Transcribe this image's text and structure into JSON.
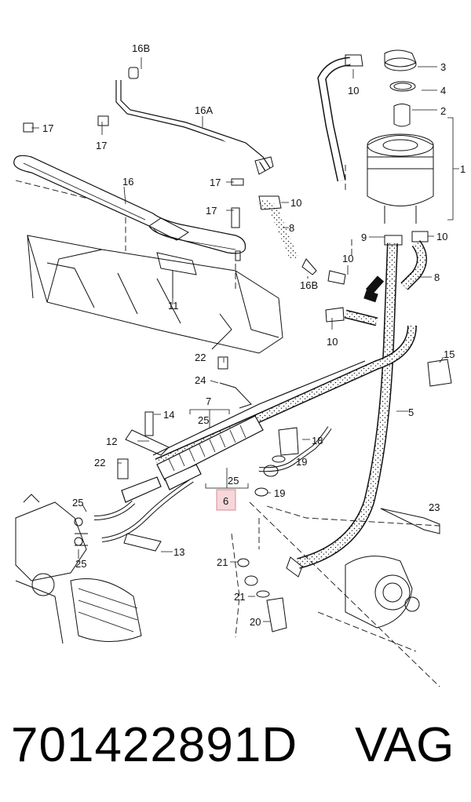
{
  "callouts": [
    {
      "id": "c16b-top",
      "text": "16B"
    },
    {
      "id": "c10-top",
      "text": "10"
    },
    {
      "id": "c3",
      "text": "3"
    },
    {
      "id": "c4",
      "text": "4"
    },
    {
      "id": "c2",
      "text": "2"
    },
    {
      "id": "c1",
      "text": "1"
    },
    {
      "id": "c17-a",
      "text": "17"
    },
    {
      "id": "c17-b",
      "text": "17"
    },
    {
      "id": "c16a",
      "text": "16A"
    },
    {
      "id": "c16",
      "text": "16"
    },
    {
      "id": "c17-c",
      "text": "17"
    },
    {
      "id": "c17-d",
      "text": "17"
    },
    {
      "id": "c10-mid",
      "text": "10"
    },
    {
      "id": "c8-left",
      "text": "8"
    },
    {
      "id": "c9",
      "text": "9"
    },
    {
      "id": "c10-right",
      "text": "10"
    },
    {
      "id": "c10-hose",
      "text": "10"
    },
    {
      "id": "c8-right",
      "text": "8"
    },
    {
      "id": "c16b-mid",
      "text": "16B"
    },
    {
      "id": "c11",
      "text": "11"
    },
    {
      "id": "c10-low",
      "text": "10"
    },
    {
      "id": "c22-top",
      "text": "22"
    },
    {
      "id": "c24",
      "text": "24"
    },
    {
      "id": "c15",
      "text": "15"
    },
    {
      "id": "c7",
      "text": "7"
    },
    {
      "id": "c25-top",
      "text": "25"
    },
    {
      "id": "c14",
      "text": "14"
    },
    {
      "id": "c5",
      "text": "5"
    },
    {
      "id": "c12",
      "text": "12"
    },
    {
      "id": "c18",
      "text": "18"
    },
    {
      "id": "c22-low",
      "text": "22"
    },
    {
      "id": "c19-a",
      "text": "19"
    },
    {
      "id": "c25-mid",
      "text": "25"
    },
    {
      "id": "c6",
      "text": "6"
    },
    {
      "id": "c19-b",
      "text": "19"
    },
    {
      "id": "c25-left",
      "text": "25"
    },
    {
      "id": "c23",
      "text": "23"
    },
    {
      "id": "c25-low",
      "text": "25"
    },
    {
      "id": "c13",
      "text": "13"
    },
    {
      "id": "c21-a",
      "text": "21"
    },
    {
      "id": "c21-b",
      "text": "21"
    },
    {
      "id": "c20",
      "text": "20"
    }
  ],
  "footer": {
    "part_number": "701422891D",
    "brand": "VAG"
  },
  "colors": {
    "highlight_fill": "#f7d7da",
    "highlight_stroke": "#d9898f"
  }
}
